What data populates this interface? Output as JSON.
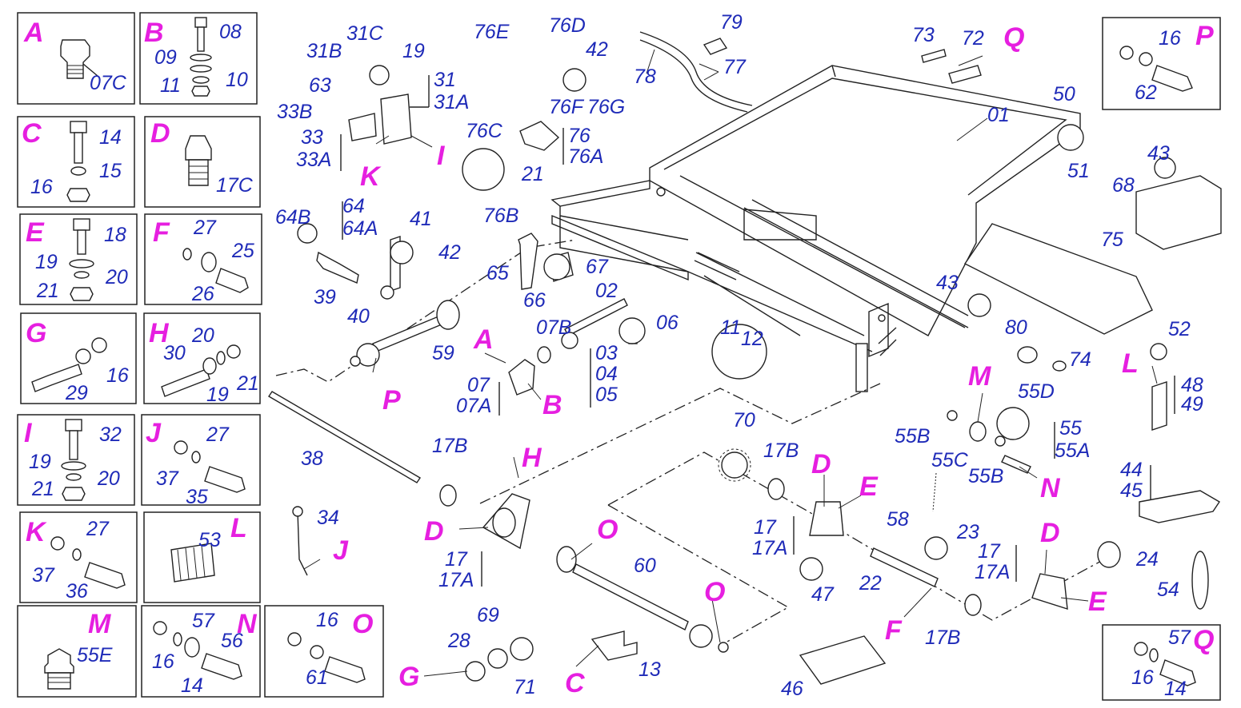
{
  "colors": {
    "part_number": "#1f2bb8",
    "detail_letter": "#e61fe0",
    "line": "#222222",
    "background": "#ffffff"
  },
  "details": [
    {
      "letter": "A",
      "parts": [
        "07C"
      ]
    },
    {
      "letter": "B",
      "parts": [
        "08",
        "09",
        "10",
        "11"
      ]
    },
    {
      "letter": "C",
      "parts": [
        "14",
        "15",
        "16"
      ]
    },
    {
      "letter": "D",
      "parts": [
        "17C"
      ]
    },
    {
      "letter": "E",
      "parts": [
        "18",
        "19",
        "20",
        "21"
      ]
    },
    {
      "letter": "F",
      "parts": [
        "27",
        "25",
        "26"
      ]
    },
    {
      "letter": "G",
      "parts": [
        "29",
        "16"
      ]
    },
    {
      "letter": "H",
      "parts": [
        "30",
        "20",
        "19",
        "21"
      ]
    },
    {
      "letter": "I",
      "parts": [
        "32",
        "19",
        "20",
        "21"
      ]
    },
    {
      "letter": "J",
      "parts": [
        "37",
        "27",
        "35"
      ]
    },
    {
      "letter": "K",
      "parts": [
        "37",
        "27",
        "36"
      ]
    },
    {
      "letter": "L",
      "parts": [
        "53"
      ]
    },
    {
      "letter": "M",
      "parts": [
        "55E"
      ]
    },
    {
      "letter": "N",
      "parts": [
        "16",
        "57",
        "56",
        "14"
      ]
    },
    {
      "letter": "O",
      "parts": [
        "16",
        "61"
      ]
    },
    {
      "letter": "P",
      "parts": [
        "16",
        "62"
      ]
    },
    {
      "letter": "Q",
      "parts": [
        "57",
        "16",
        "14"
      ]
    }
  ],
  "callouts": [
    "31C",
    "19",
    "31B",
    "63",
    "31",
    "31A",
    "33B",
    "33",
    "33A",
    "K",
    "I",
    "76E",
    "76D",
    "42",
    "76F",
    "76G",
    "76C",
    "76",
    "76A",
    "21",
    "76B",
    "79",
    "78",
    "77",
    "73",
    "72",
    "Q",
    "01",
    "50",
    "51",
    "43",
    "68",
    "75",
    "43",
    "80",
    "74",
    "52",
    "L",
    "48",
    "49",
    "64B",
    "64",
    "64A",
    "41",
    "42",
    "39",
    "40",
    "65",
    "67",
    "66",
    "02",
    "06",
    "59",
    "P",
    "A",
    "07B",
    "03",
    "04",
    "05",
    "07",
    "07A",
    "B",
    "11",
    "12",
    "M",
    "55D",
    "55B",
    "55",
    "55A",
    "55C",
    "55B",
    "N",
    "70",
    "17B",
    "D",
    "E",
    "17",
    "17A",
    "58",
    "23",
    "47",
    "22",
    "F",
    "17B",
    "17",
    "17A",
    "D",
    "E",
    "24",
    "44",
    "45",
    "54",
    "38",
    "17B",
    "H",
    "D",
    "17",
    "17A",
    "34",
    "J",
    "O",
    "60",
    "O",
    "28",
    "69",
    "G",
    "71",
    "C",
    "13",
    "46"
  ]
}
